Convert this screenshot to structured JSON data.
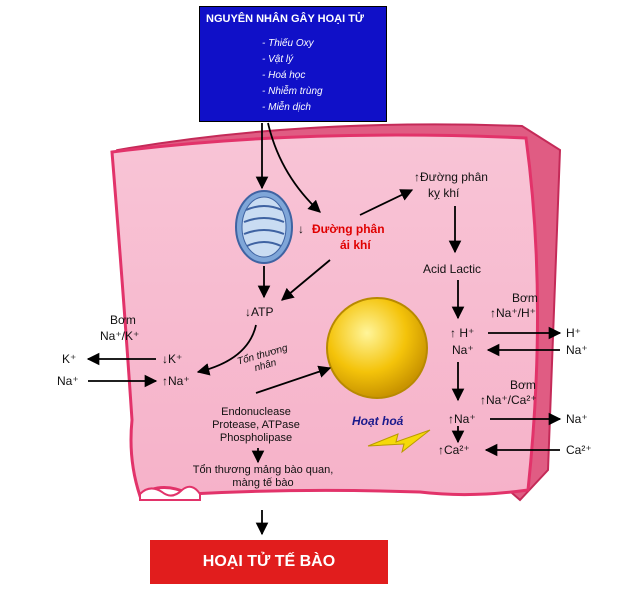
{
  "cause": {
    "title": "NGUYÊN NHÂN GÂY HOẠI TỬ",
    "items": [
      "- Thiếu Oxy",
      "- Vật lý",
      "- Hoá học",
      "- Nhiễm trùng",
      "- Miễn dịch"
    ]
  },
  "result": "HOẠI TỬ TẾ BÀO",
  "labels": {
    "glycolysis_anaerobic_line1": "↑Đường phân",
    "glycolysis_anaerobic_line2": "kỵ khí",
    "glycolysis_aerobic_line1": "Đường phân",
    "glycolysis_aerobic_line2": "ái khí",
    "acid_lactic": "Acid Lactic",
    "atp": "↓ATP",
    "pump_na_k_line1": "Bơm",
    "pump_na_k_line2": "Na⁺/K⁺",
    "k_out": "K⁺",
    "k_in": "↓K⁺",
    "na_out_left": "Na⁺",
    "na_in_left": "↑Na⁺",
    "injury_nucleus_line1": "Tổn thương",
    "injury_nucleus_line2": "nhân",
    "enzymes_line1": "Endonuclease",
    "enzymes_line2": "Protease, ATPase",
    "enzymes_line3": "Phospholipase",
    "activation": "Hoạt hoá",
    "injury_org_line1": "Tổn thương mảng bào quan,",
    "injury_org_line2": "màng tế bào",
    "pump_na_h_line1": "Bơm",
    "pump_na_h_line2": "↑Na⁺/H⁺",
    "h_in": "↑ H⁺",
    "h_out": "H⁺",
    "na_in_1": "Na⁺",
    "na_out_1": "Na⁺",
    "pump_na_ca_line1": "Bơm",
    "pump_na_ca_line2": "↑Na⁺/Ca²⁺",
    "na_in_2": "↑Na⁺",
    "na_out_2": "Na⁺",
    "ca_in": "↑Ca²⁺",
    "ca_out": "Ca²⁺"
  },
  "colors": {
    "cause_box": "#1010c8",
    "result_box": "#e11d1d",
    "cell_fill": "#f7b9cf",
    "cell_border": "#e2336a",
    "nucleus": "#f4c30a",
    "mitochondria": "#7fa6d8",
    "highlight_text": "#e00000"
  }
}
